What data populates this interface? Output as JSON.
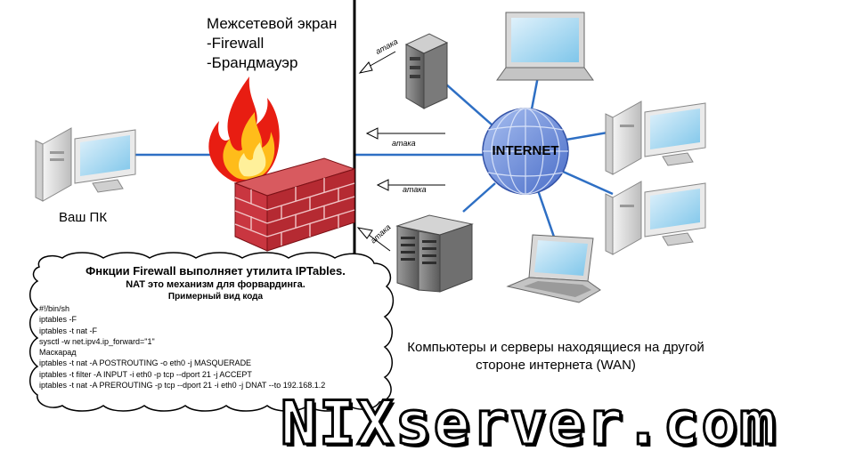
{
  "firewall_title": [
    "Межсетевой экран",
    "-Firewall",
    "-Брандмауэр"
  ],
  "your_pc": "Ваш ПК",
  "internet": "INTERNET",
  "attack_label": "атака",
  "wan_note": "Компьютеры и серверы находящиеся на другой стороне интернета (WAN)",
  "cloud": {
    "line1": "Фнкции Firewall выполняет утилита IPTables.",
    "line2": "NAT это механизм для форвардинга.",
    "line3": "Примерный вид кода",
    "code": [
      "#!/bin/sh",
      "iptables -F",
      "iptables -t nat -F",
      "sysctl -w net.ipv4.ip_forward=\"1\"",
      "Маскарад",
      "iptables -t nat -A POSTROUTING -o eth0 -j MASQUERADE",
      "iptables -t filter -A INPUT -i eth0 -p tcp --dport 21 -j ACCEPT",
      "iptables -t nat -A PREROUTING -p tcp --dport 21 -i eth0 -j DNAT --to 192.168.1.2"
    ]
  },
  "watermark": "NIXserver.com",
  "colors": {
    "link": "#2e6fc4",
    "brick": "#c0303a",
    "globe": "#6f8fd8"
  }
}
